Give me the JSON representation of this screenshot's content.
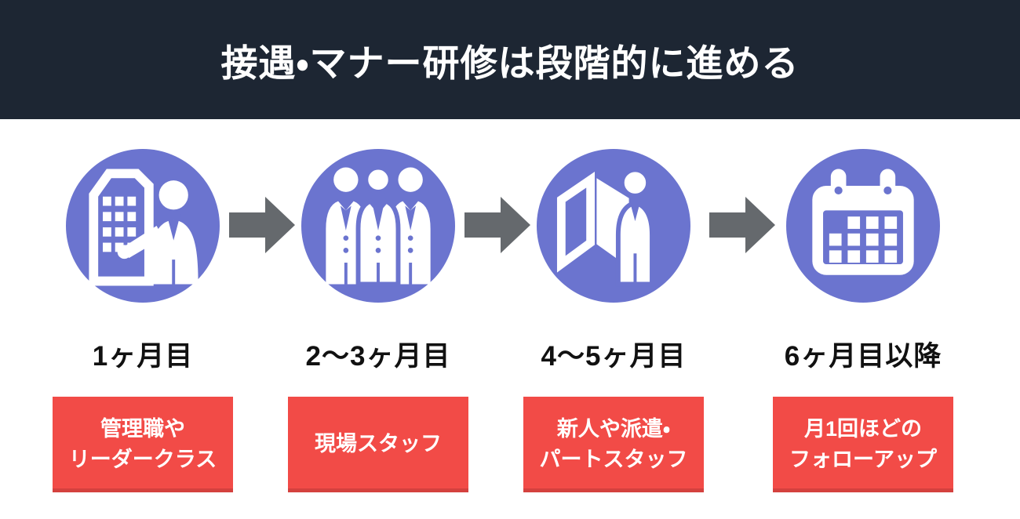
{
  "header": {
    "title": "接遇・マナー研修は段階的に進める"
  },
  "colors": {
    "header_bg": "#1d2633",
    "icon_circle": "#6b74cf",
    "arrow": "#65696d",
    "audience_box": "#f24b47",
    "title_text": "#ffffff",
    "box_text": "#ffffff",
    "period_text": "#111111",
    "page_bg": "#ffffff"
  },
  "steps": [
    {
      "period": "1ヶ月目",
      "audience": "管理職や\nリーダークラス",
      "icon": "building-presenter-icon"
    },
    {
      "period": "2〜3ヶ月目",
      "audience": "現場スタッフ",
      "icon": "staff-group-icon"
    },
    {
      "period": "4〜5ヶ月目",
      "audience": "新人や派遣・\nパートスタッフ",
      "icon": "beginner-mark-person-icon"
    },
    {
      "period": "6ヶ月目以降",
      "audience": "月1回ほどの\nフォローアップ",
      "icon": "calendar-icon"
    }
  ]
}
